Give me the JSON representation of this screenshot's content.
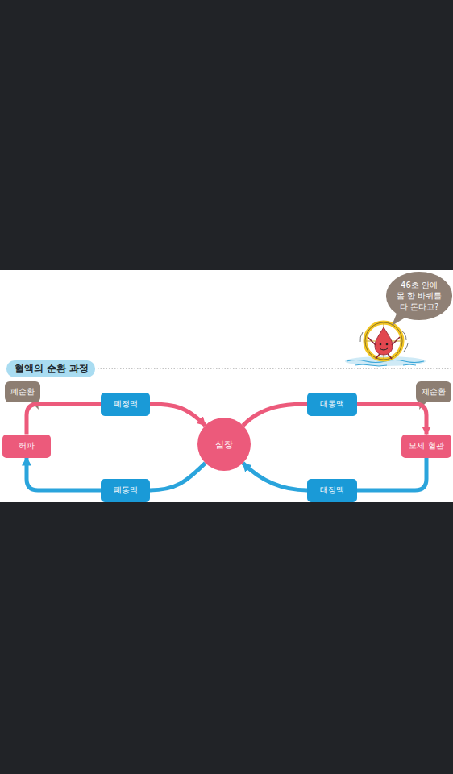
{
  "diagram": {
    "title": "혈액의 순환 과정",
    "nodes": [
      {
        "text": [
          "46초 안에 몸 한 바퀴를 다 돈다고?"
        ]
      },
      {
        "text": [
          "폐순환"
        ]
      },
      {
        "text": [
          "폐정맥"
        ]
      },
      {
        "text": [
          "대동맥"
        ]
      },
      {
        "text": [
          "체순환"
        ]
      },
      {
        "text": [
          "허파"
        ]
      },
      {
        "text": [
          "심장"
        ]
      },
      {
        "text": [
          "모세 혈관"
        ]
      },
      {
        "text": [
          "폐동맥"
        ]
      },
      {
        "text": [
          "대정맥"
        ]
      }
    ],
    "edges": [
      {
        "from": 5,
        "to": 2,
        "arrow": "none"
      },
      {
        "from": 2,
        "to": 6,
        "arrow": "to"
      },
      {
        "from": 6,
        "to": 3,
        "arrow": "none"
      },
      {
        "from": 3,
        "to": 7,
        "arrow": "to"
      },
      {
        "from": 7,
        "to": 9,
        "arrow": "none"
      },
      {
        "from": 9,
        "to": 6,
        "arrow": "to"
      },
      {
        "from": 6,
        "to": 8,
        "arrow": "none"
      },
      {
        "from": 8,
        "to": 5,
        "arrow": "to"
      }
    ]
  }
}
